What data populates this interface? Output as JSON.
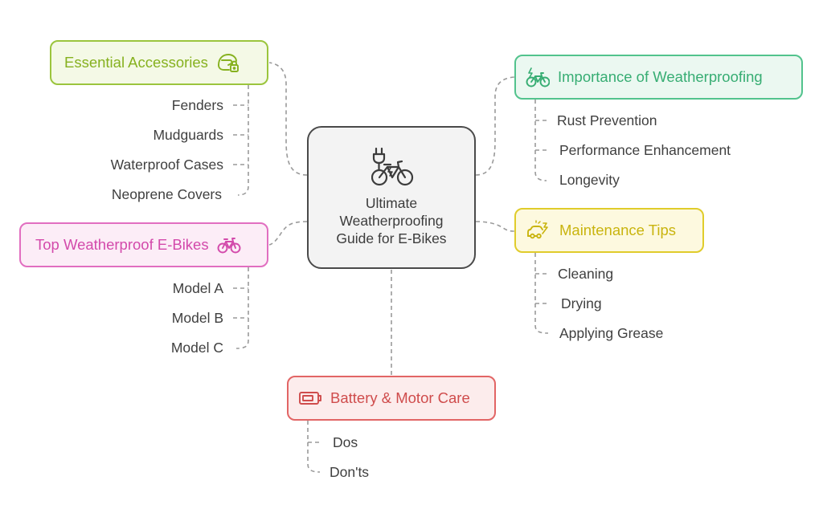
{
  "central": {
    "title": "Ultimate\nWeatherproofing\nGuide for E-Bikes",
    "icon": "electric-bike-plug-icon"
  },
  "topics": {
    "essential_accessories": {
      "label": "Essential Accessories",
      "icon": "helmet-lock-icon",
      "color": "#9bc53d",
      "items": [
        "Fenders",
        "Mudguards",
        "Waterproof Cases",
        "Neoprene Covers"
      ]
    },
    "importance": {
      "label": "Importance of Weatherproofing",
      "icon": "electric-bike-icon",
      "color": "#52c38d",
      "items": [
        "Rust Prevention",
        "Performance Enhancement",
        "Longevity"
      ]
    },
    "top_ebikes": {
      "label": "Top Weatherproof E-Bikes",
      "icon": "bicycle-icon",
      "color": "#e16ec0",
      "items": [
        "Model A",
        "Model B",
        "Model C"
      ]
    },
    "maintenance": {
      "label": "Maintenance Tips",
      "icon": "maintenance-car-icon",
      "color": "#e0cc2b",
      "items": [
        "Cleaning",
        "Drying",
        "Applying Grease"
      ]
    },
    "battery_motor": {
      "label": "Battery & Motor Care",
      "icon": "battery-icon",
      "color": "#e26565",
      "items": [
        "Dos",
        "Don'ts"
      ]
    }
  }
}
